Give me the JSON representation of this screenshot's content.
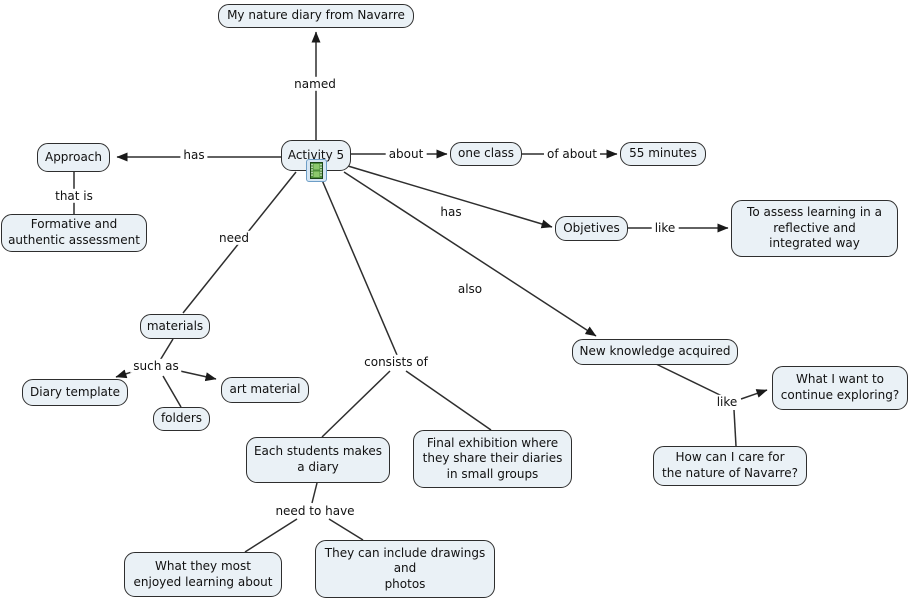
{
  "canvas": {
    "background": "#ffffff",
    "node_fill": "#eaf1f6",
    "node_border": "#2e2e2e",
    "line_color": "#2e2e2e",
    "text_color": "#111111"
  },
  "nodes": {
    "nature_diary": {
      "label": "My nature diary from Navarre"
    },
    "activity5": {
      "label": "Activity 5"
    },
    "approach": {
      "label": "Approach"
    },
    "formative": {
      "label": "Formative and\nauthentic assessment"
    },
    "one_class": {
      "label": "one class"
    },
    "minutes55": {
      "label": "55 minutes"
    },
    "objectives": {
      "label": "Objetives"
    },
    "to_assess": {
      "label": "To assess learning in a\nreflective and\nintegrated way"
    },
    "materials": {
      "label": "materials"
    },
    "diary_template": {
      "label": "Diary template"
    },
    "art_material": {
      "label": "art material"
    },
    "folders": {
      "label": "folders"
    },
    "each_students": {
      "label": "Each students makes\na diary"
    },
    "final_exhibition": {
      "label": "Final exhibition where\nthey share their diaries\nin small groups"
    },
    "new_knowledge": {
      "label": "New knowledge acquired"
    },
    "what_i_want": {
      "label": "What I want to\ncontinue exploring?"
    },
    "how_can_i": {
      "label": "How can I care for\nthe nature of Navarre?"
    },
    "what_most": {
      "label": "What they most\nenjoyed learning about"
    },
    "they_can": {
      "label": "They can include drawings\nand\nphotos"
    }
  },
  "links": {
    "named": "named",
    "has_approach": "has",
    "about": "about",
    "of_about": "of about",
    "that_is": "that is",
    "has_objectives": "has",
    "like_objectives": "like",
    "also": "also",
    "need": "need",
    "such_as": "such as",
    "consists_of": "consists of",
    "need_to_have": "need to have",
    "like_new_knowledge": "like"
  },
  "icons": {
    "activity5_resource": "filmstrip-video-resource",
    "film_color": "#4e8f3c",
    "frame_color": "#8cc86d",
    "icon_bg": "#d6e6f3",
    "icon_border": "#6d9ec7"
  }
}
